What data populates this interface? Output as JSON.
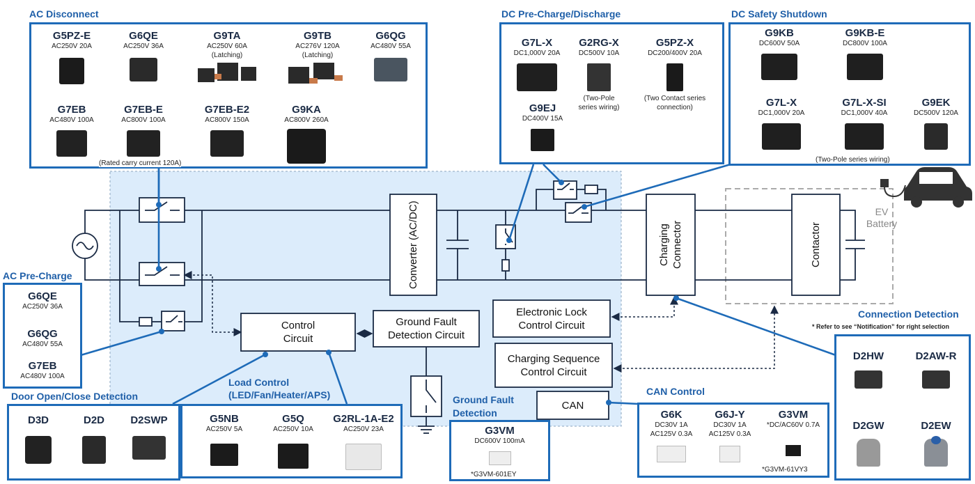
{
  "colors": {
    "accent": "#1e6bb8",
    "title": "#1f5fa8",
    "zone": "#dcecfb",
    "relay_dark": "#222222",
    "relay_light": "#e8e8e8"
  },
  "ac_disconnect": {
    "title": "AC Disconnect",
    "items": [
      {
        "name": "G5PZ-E",
        "spec": "AC250V  20A",
        "note": ""
      },
      {
        "name": "G6QE",
        "spec": "AC250V 36A",
        "note": ""
      },
      {
        "name": "G9TA",
        "spec": "AC250V  60A",
        "note": "(Latching)"
      },
      {
        "name": "G9TB",
        "spec": "AC276V 120A",
        "note": "(Latching)"
      },
      {
        "name": "G6QG",
        "spec": "AC480V 55A",
        "note": ""
      },
      {
        "name": "G7EB",
        "spec": "AC480V 100A",
        "note": ""
      },
      {
        "name": "G7EB-E",
        "spec": "AC800V 100A",
        "note": ""
      },
      {
        "name": "G7EB-E2",
        "spec": "AC800V 150A",
        "note": ""
      },
      {
        "name": "G9KA",
        "spec": "AC800V 260A",
        "note": ""
      }
    ],
    "footnote": "(Rated carry current 120A)"
  },
  "dc_precharge": {
    "title": "DC Pre-Charge/Discharge",
    "items": [
      {
        "name": "G7L-X",
        "spec": "DC1,000V 20A",
        "note": ""
      },
      {
        "name": "G2RG-X",
        "spec": "DC500V 10A",
        "note": "(Two-Pole series wiring)"
      },
      {
        "name": "G5PZ-X",
        "spec": "DC200/400V 20A",
        "note": "(Two Contact series connection)"
      },
      {
        "name": "G9EJ",
        "spec": "DC400V 15A",
        "note": ""
      }
    ]
  },
  "dc_safety": {
    "title": "DC Safety Shutdown",
    "items": [
      {
        "name": "G9KB",
        "spec": "DC600V 50A"
      },
      {
        "name": "G9KB-E",
        "spec": "DC800V 100A"
      },
      {
        "name": "G7L-X",
        "spec": "DC1,000V 20A"
      },
      {
        "name": "G7L-X-SI",
        "spec": "DC1,000V 40A"
      },
      {
        "name": "G9EK",
        "spec": "DC500V 120A"
      }
    ],
    "footnote": "(Two-Pole series wiring)"
  },
  "ac_precharge": {
    "title": "AC Pre-Charge",
    "items": [
      {
        "name": "G6QE",
        "spec": "AC250V 36A"
      },
      {
        "name": "G6QG",
        "spec": "AC480V 55A"
      },
      {
        "name": "G7EB",
        "spec": "AC480V 100A"
      }
    ]
  },
  "door_detection": {
    "title": "Door Open/Close Detection",
    "items": [
      "D3D",
      "D2D",
      "D2SWP"
    ]
  },
  "load_control": {
    "title_line1": "Load Control",
    "title_line2": "(LED/Fan/Heater/APS)",
    "items": [
      {
        "name": "G5NB",
        "spec": "AC250V  5A"
      },
      {
        "name": "G5Q",
        "spec": "AC250V 10A"
      },
      {
        "name": "G2RL-1A-E2",
        "spec": "AC250V 23A"
      }
    ]
  },
  "ground_fault": {
    "title_line1": "Ground Fault",
    "title_line2": "Detection",
    "name": "G3VM",
    "spec": "DC600V 100mA",
    "footnote": "*G3VM-601EY"
  },
  "can_control": {
    "title": "CAN Control",
    "items": [
      {
        "name": "G6K",
        "spec1": "DC30V 1A",
        "spec2": "AC125V 0.3A"
      },
      {
        "name": "G6J-Y",
        "spec1": "DC30V 1A",
        "spec2": "AC125V 0.3A"
      },
      {
        "name": "G3VM",
        "spec1": "*DC/AC60V 0.7A",
        "spec2": ""
      }
    ],
    "footnote": "*G3VM-61VY3"
  },
  "connection_detection": {
    "title": "Connection Detection",
    "subtitle": "* Refer to see “Notification” for right selection",
    "items": [
      "D2HW",
      "D2AW-R",
      "D2GW",
      "D2EW"
    ]
  },
  "circuit": {
    "converter": "Converter\n(AC/DC)",
    "control_circuit": "Control\nCircuit",
    "gfd_circuit": "Ground Fault\nDetection Circuit",
    "elock": "Electronic Lock\nControl Circuit",
    "charging_seq": "Charging Sequence\nControl Circuit",
    "can": "CAN",
    "charging_connector": "Charging\nConnector",
    "contactor": "Contactor",
    "ev_battery": "EV\nBattery"
  }
}
